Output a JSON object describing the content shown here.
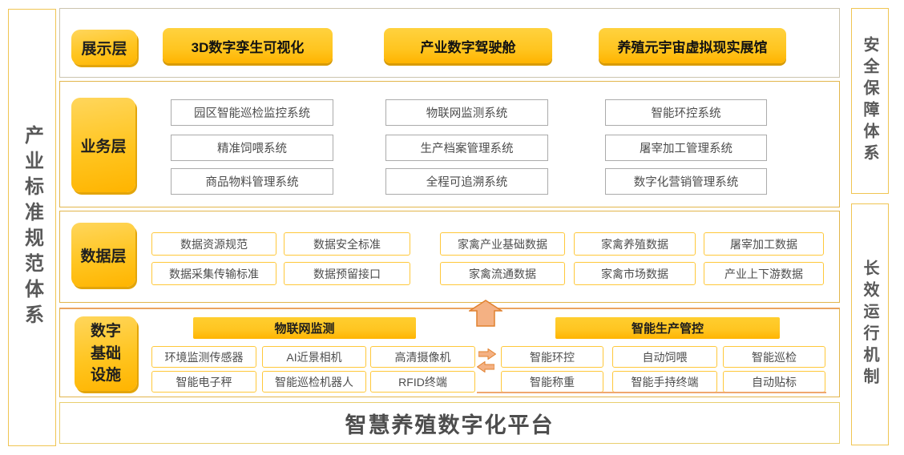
{
  "platform_title": "智慧养殖数字化平台",
  "side_pillars": {
    "left": "产业标准规范体系",
    "right_top": "安全保障体系",
    "right_bottom": "长效运行机制"
  },
  "layers": {
    "presentation": {
      "label": "展示层",
      "items": [
        "3D数字孪生可视化",
        "产业数字驾驶舱",
        "养殖元宇宙虚拟现实展馆"
      ]
    },
    "business": {
      "label": "业务层",
      "columns": [
        [
          "园区智能巡检监控系统",
          "精准饲喂系统",
          "商品物料管理系统"
        ],
        [
          "物联网监测系统",
          "生产档案管理系统",
          "全程可追溯系统"
        ],
        [
          "智能环控系统",
          "屠宰加工管理系统",
          "数字化营销管理系统"
        ]
      ]
    },
    "data": {
      "label": "数据层",
      "standards": [
        "数据资源规范",
        "数据安全标准",
        "数据采集传输标准",
        "数据预留接口"
      ],
      "datasets": [
        "家禽产业基础数据",
        "家禽养殖数据",
        "屠宰加工数据",
        "家禽流通数据",
        "家禽市场数据",
        "产业上下游数据"
      ]
    },
    "infrastructure": {
      "label": "数字基础设施",
      "groups": [
        {
          "title": "物联网监测",
          "items": [
            "环境监测传感器",
            "AI近景相机",
            "高清摄像机",
            "智能电子秤",
            "智能巡检机器人",
            "RFID终端"
          ]
        },
        {
          "title": "智能生产管控",
          "items": [
            "智能环控",
            "自动饲喂",
            "智能巡检",
            "智能称重",
            "智能手持终端",
            "自动贴标"
          ]
        }
      ]
    }
  },
  "icons": {
    "up_arrow": "up-arrow",
    "right_arrow": "right-arrow",
    "left_arrow": "left-arrow"
  },
  "colors": {
    "gold": "#FFC520",
    "gold_deep": "#FFB400",
    "gold_edge": "#E3A50A",
    "container_border": "#E2B64C",
    "pale_border": "#CBC4AE",
    "item_border": "#FFC83A",
    "gray_border": "#ABABAB",
    "arrow_fill": "#F4B183",
    "arrow_border": "#E0812F",
    "text_dark": "#1F1F1F",
    "text_body": "#4D4D4D",
    "text_pillar": "#595959"
  }
}
